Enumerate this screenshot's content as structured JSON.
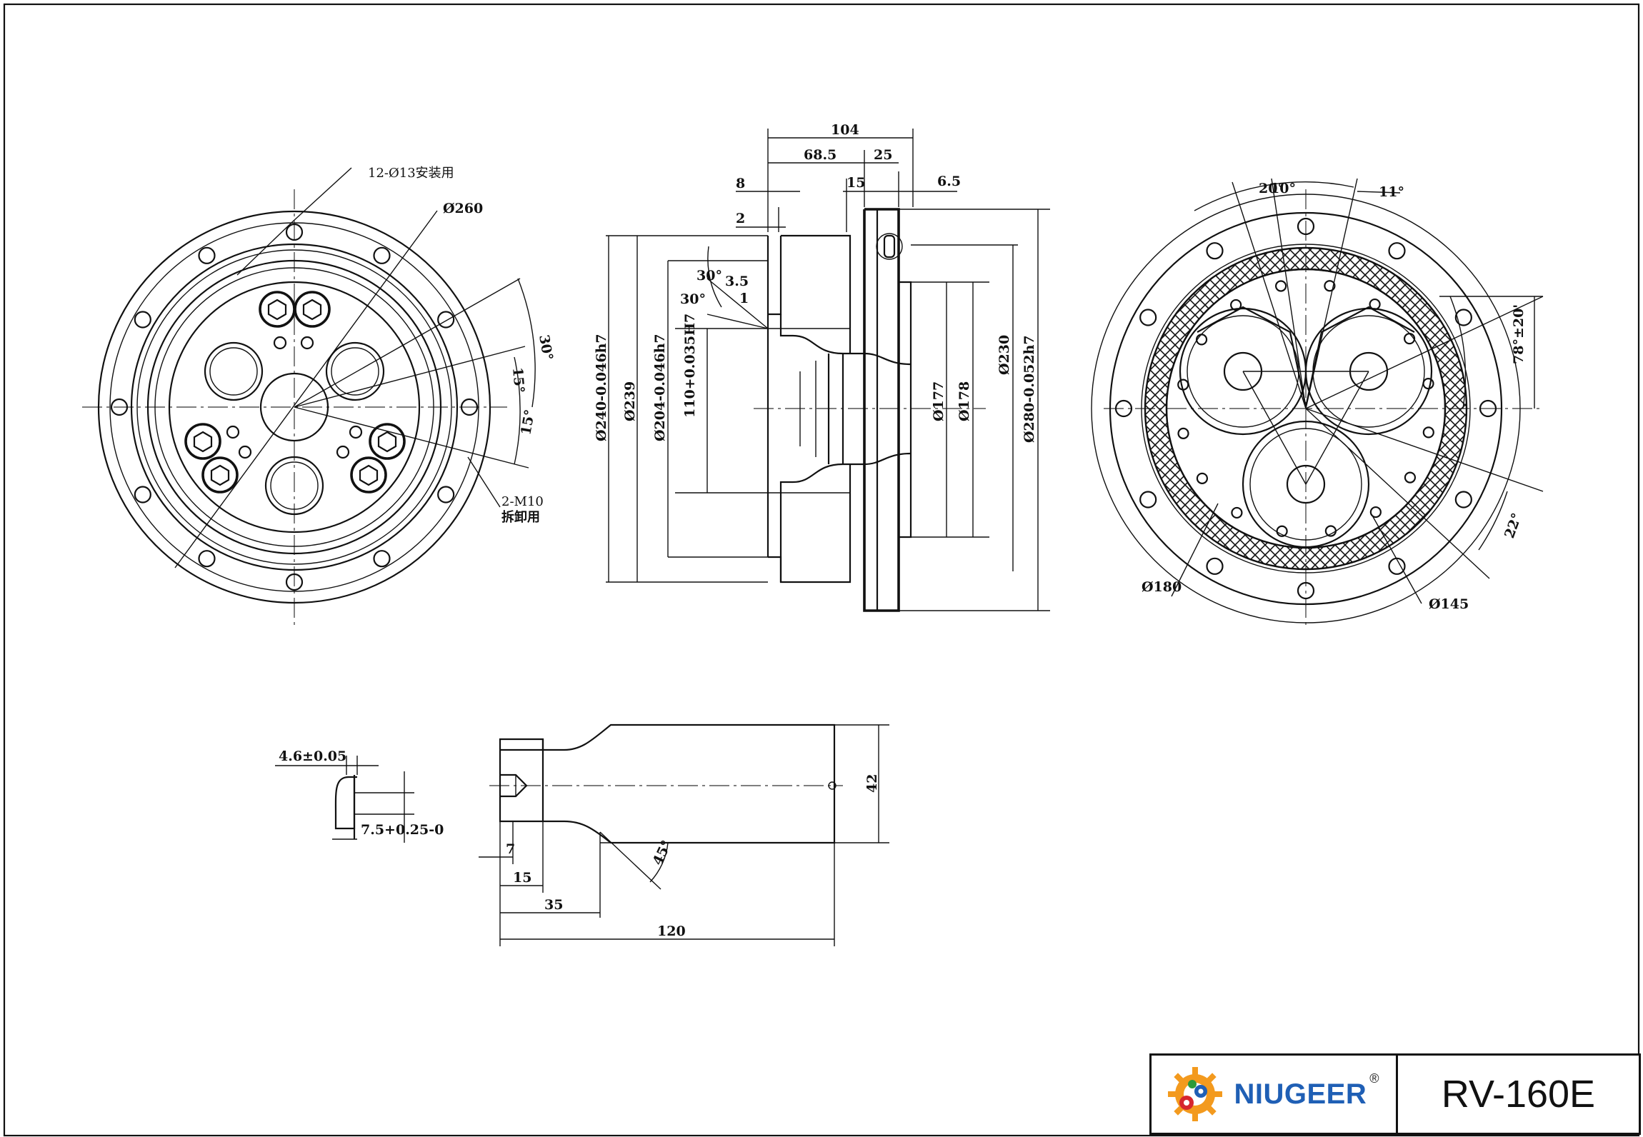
{
  "front_view": {
    "callout_holes": "12-Ø13安装用",
    "diameter_outer": "Ø260",
    "angle_a": "30°",
    "angle_b": "15°",
    "angle_c": "15°",
    "callout_tapped": "2-M10",
    "callout_tapped_use": "拆卸用"
  },
  "section_view": {
    "dim_total": "104",
    "dim_a": "68.5",
    "dim_b": "25",
    "dim_c": "8",
    "dim_d": "15",
    "dim_e": "6.5",
    "dim_f": "2",
    "angle_a": "30°",
    "angle_b": "30°",
    "dim_g": "3.5",
    "dim_h": "1",
    "dia_240": "Ø240-0.046h7",
    "dia_239": "Ø239",
    "dia_204": "Ø204-0.046h7",
    "dia_110": "110+0.035H7",
    "dia_177": "Ø177",
    "dia_178": "Ø178",
    "dia_230": "Ø230",
    "dia_280": "Ø280-0.052h7"
  },
  "rear_view": {
    "angle_top_a": "20°",
    "angle_top_b": "10°",
    "angle_top_c": "11°",
    "angle_side": "78°±20'",
    "angle_low": "22°",
    "dia_180": "Ø180",
    "dia_145": "Ø145"
  },
  "shaft_detail": {
    "key_width": "4.6±0.05",
    "key_depth": "7.5+0.25-0",
    "dia_42": "42",
    "dim_7": "7",
    "dim_15": "15",
    "dim_35": "35",
    "dim_120": "120",
    "angle_45": "45°"
  },
  "title_block": {
    "brand": "NIUGEER",
    "registered": "®",
    "model": "RV-160E",
    "logo_icon": "gear-logo-icon"
  }
}
